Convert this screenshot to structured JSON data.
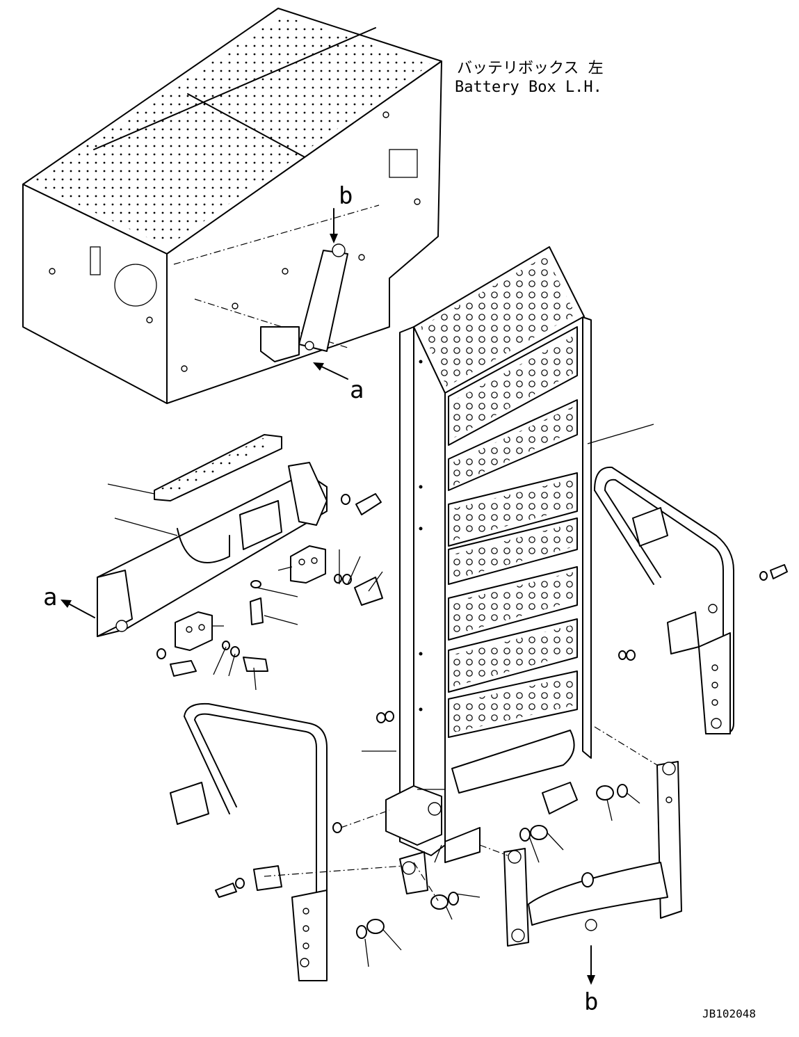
{
  "title_jp": "バッテリボックス 左",
  "title_en": "Battery Box L.H.",
  "view_a_label": "a",
  "view_b_label": "b",
  "drawing_number": "JB102048"
}
